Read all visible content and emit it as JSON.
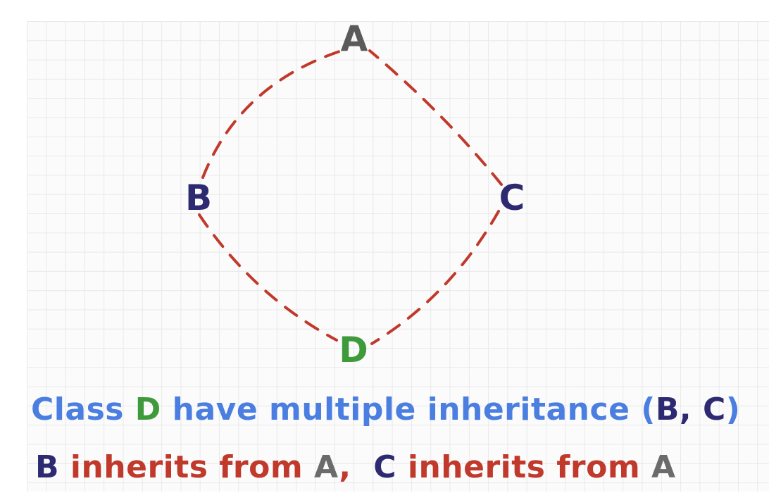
{
  "nodes": {
    "a": "A",
    "b": "B",
    "c": "C",
    "d": "D"
  },
  "caption_line_1": {
    "word_class": "Class",
    "class_d": "D",
    "middle": "have multiple inheritance",
    "open_paren": "(",
    "b": "B",
    "comma": ",",
    "c": "C",
    "close_paren": ")"
  },
  "caption_line_2": {
    "b": "B",
    "inherits_from_1": "inherits from",
    "a_1": "A",
    "comma": ",",
    "c": "C",
    "inherits_from_2": "inherits from",
    "a_2": "A"
  },
  "colors": {
    "edge": "#c0392b",
    "node_a": "#5a5a5a",
    "node_bc": "#2e2a72",
    "node_d": "#3e9a3a",
    "caption_blue": "#4a7ee0",
    "caption_red": "#c0392b"
  }
}
